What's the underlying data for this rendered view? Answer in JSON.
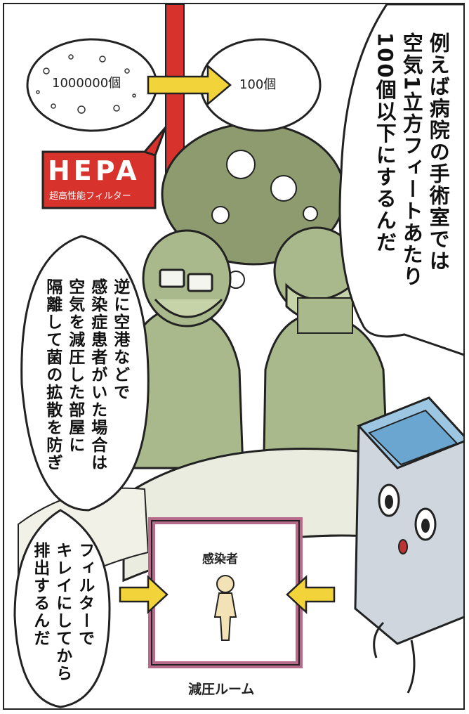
{
  "hepa": {
    "before_count": "1000000個",
    "after_count": "100個",
    "title": "HEPA",
    "subtitle": "超高性能フィルター"
  },
  "speech": {
    "hospital": [
      "例えば病院の手術室では",
      "空気1立方フィートあたり",
      "100個以下にするんだ"
    ],
    "airport": [
      "逆に空港などで",
      "感染症患者がいた場合は",
      "空気を減圧した部屋に",
      "隔離して菌の拡散を防ぎ"
    ],
    "filter": [
      "フィルターで",
      "キレイにしてから",
      "排出するんだ"
    ]
  },
  "room": {
    "infected_label": "感染者",
    "room_label": "減圧ルーム"
  },
  "colors": {
    "surgeon_green": "#a9b98c",
    "lamp_green": "#8e9b6e",
    "hepa_red": "#d8322c",
    "arrow_yellow": "#f2d33a",
    "room_frame": "#b86a8a"
  }
}
